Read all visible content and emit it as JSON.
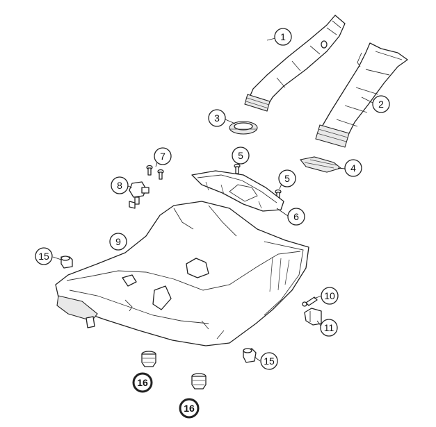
{
  "colors": {
    "line": "#222222",
    "highlight": "#e8731c",
    "background": "#ffffff"
  },
  "callouts": [
    {
      "id": "c1",
      "label": "1",
      "highlight": false
    },
    {
      "id": "c2",
      "label": "2",
      "highlight": false
    },
    {
      "id": "c3",
      "label": "3",
      "highlight": false
    },
    {
      "id": "c4",
      "label": "4",
      "highlight": false
    },
    {
      "id": "c5a",
      "label": "5",
      "highlight": false
    },
    {
      "id": "c5b",
      "label": "5",
      "highlight": false
    },
    {
      "id": "c6",
      "label": "6",
      "highlight": false
    },
    {
      "id": "c7",
      "label": "7",
      "highlight": false
    },
    {
      "id": "c8",
      "label": "8",
      "highlight": false
    },
    {
      "id": "c9",
      "label": "9",
      "highlight": false
    },
    {
      "id": "c10",
      "label": "10",
      "highlight": false
    },
    {
      "id": "c11",
      "label": "11",
      "highlight": false
    },
    {
      "id": "c15a",
      "label": "15",
      "highlight": false
    },
    {
      "id": "c15b",
      "label": "15",
      "highlight": false
    },
    {
      "id": "c16a",
      "label": "16",
      "highlight": true
    },
    {
      "id": "c16b",
      "label": "16",
      "highlight": true
    }
  ]
}
